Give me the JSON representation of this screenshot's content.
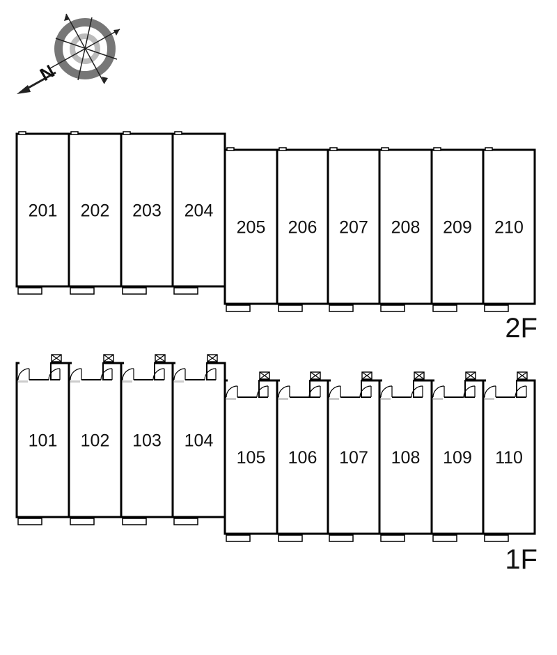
{
  "compass": {
    "letter": "N",
    "icon": "compass-rose-icon"
  },
  "floors": [
    {
      "label": "2F",
      "units": [
        "201",
        "202",
        "203",
        "204",
        "205",
        "206",
        "207",
        "208",
        "209",
        "210"
      ]
    },
    {
      "label": "1F",
      "units": [
        "101",
        "102",
        "103",
        "104",
        "105",
        "106",
        "107",
        "108",
        "109",
        "110"
      ]
    }
  ]
}
